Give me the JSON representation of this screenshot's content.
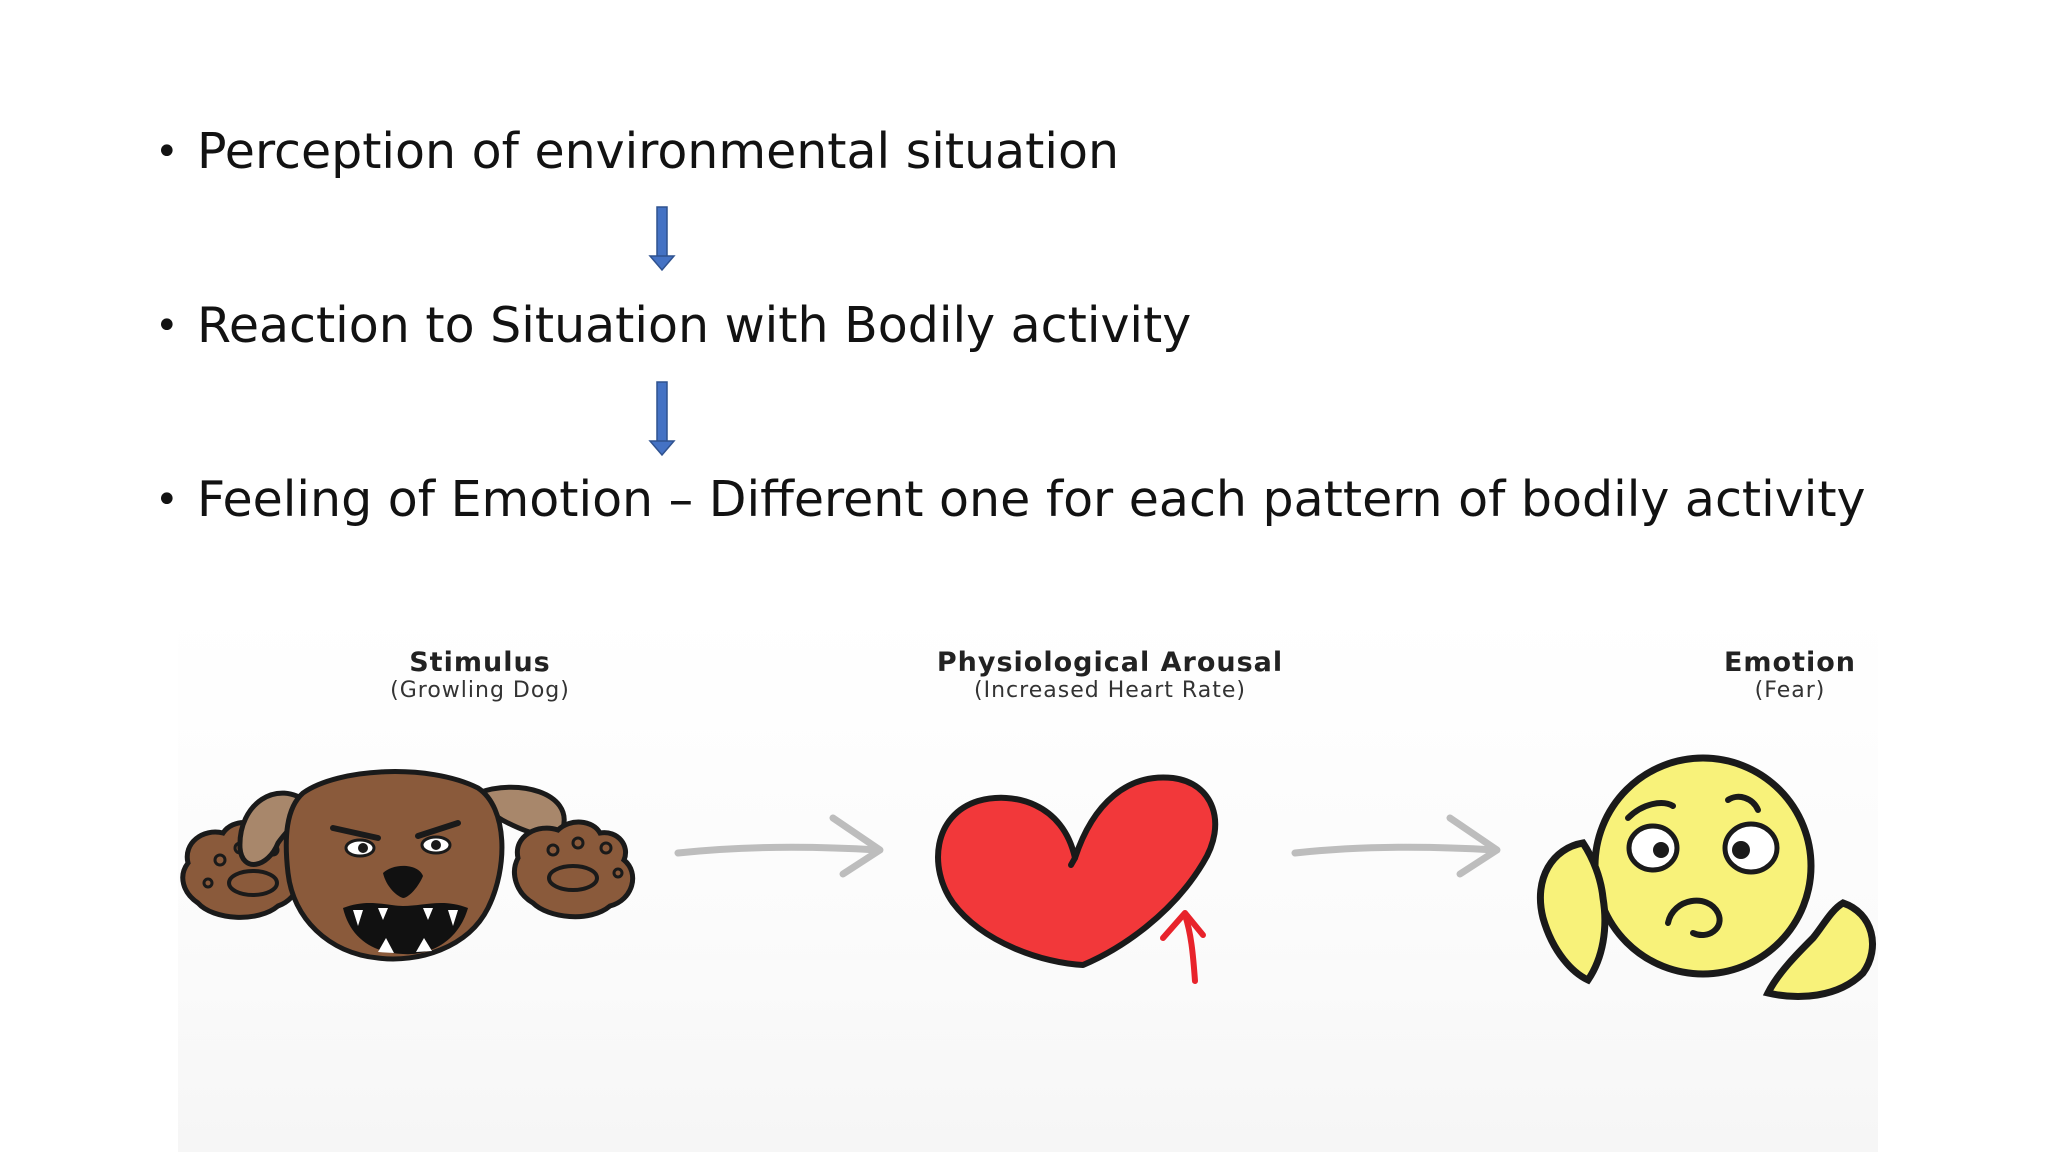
{
  "bullets": [
    {
      "text": "Perception of environmental situation"
    },
    {
      "text": "Reaction to Situation with Bodily activity"
    },
    {
      "text": "Feeling of Emotion – Different one for each pattern of bodily activity"
    }
  ],
  "bullet_glyph": "•",
  "stages": [
    {
      "title": "Stimulus",
      "subtitle": "(Growling Dog)",
      "icon": "growling-dog-icon"
    },
    {
      "title": "Physiological Arousal",
      "subtitle": "(Increased Heart Rate)",
      "icon": "heart-icon"
    },
    {
      "title": "Emotion",
      "subtitle": "(Fear)",
      "icon": "scared-face-icon"
    }
  ],
  "colors": {
    "flow_arrow": "#4472c4",
    "stage_arrow": "#bdbdbd",
    "dog_fur": "#8a5a3b",
    "dog_ear": "#a8876b",
    "heart": "#f2383a",
    "face": "#f8f27a",
    "up_arrow": "#e8232b"
  }
}
